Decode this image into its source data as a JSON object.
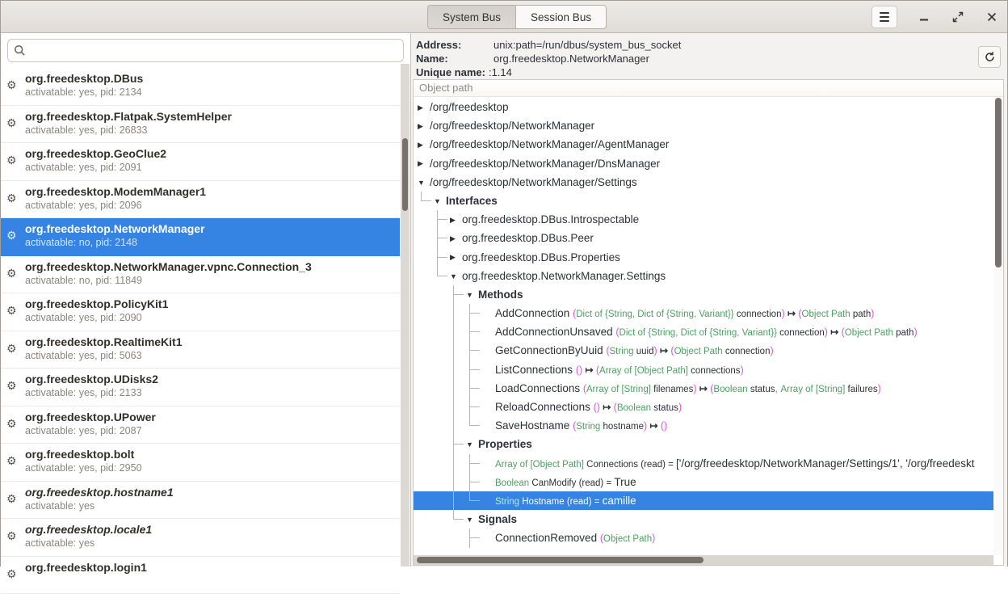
{
  "colors": {
    "selection_blue": "#3584e4",
    "type_green": "#4e9f63",
    "paren_magenta": "#e750e0",
    "titlebar_bg": "#e6e3df",
    "text_dark": "#2d3036"
  },
  "titlebar": {
    "tabs": [
      {
        "label": "System Bus",
        "active": true
      },
      {
        "label": "Session Bus",
        "active": false
      }
    ],
    "controls": {
      "menu": "menu",
      "minimize": "minimize",
      "maximize": "maximize",
      "close": "close"
    }
  },
  "sidebar": {
    "search_placeholder": "",
    "items": [
      {
        "name": "org.freedesktop.DBus",
        "detail": "activatable: yes, pid: 2134"
      },
      {
        "name": "org.freedesktop.Flatpak.SystemHelper",
        "detail": "activatable: yes, pid: 26833"
      },
      {
        "name": "org.freedesktop.GeoClue2",
        "detail": "activatable: yes, pid: 2091"
      },
      {
        "name": "org.freedesktop.ModemManager1",
        "detail": "activatable: yes, pid: 2096"
      },
      {
        "name": "org.freedesktop.NetworkManager",
        "detail": "activatable: no, pid: 2148",
        "selected": true
      },
      {
        "name": "org.freedesktop.NetworkManager.vpnc.Connection_3",
        "detail": "activatable: no, pid: 11849"
      },
      {
        "name": "org.freedesktop.PolicyKit1",
        "detail": "activatable: yes, pid: 2090"
      },
      {
        "name": "org.freedesktop.RealtimeKit1",
        "detail": "activatable: yes, pid: 5063"
      },
      {
        "name": "org.freedesktop.UDisks2",
        "detail": "activatable: yes, pid: 2133"
      },
      {
        "name": "org.freedesktop.UPower",
        "detail": "activatable: yes, pid: 2087"
      },
      {
        "name": "org.freedesktop.bolt",
        "detail": "activatable: yes, pid: 2950"
      },
      {
        "name": "org.freedesktop.hostname1",
        "detail": "activatable: yes",
        "italic": true
      },
      {
        "name": "org.freedesktop.locale1",
        "detail": "activatable: yes",
        "italic": true
      },
      {
        "name": "org.freedesktop.login1",
        "detail": ""
      }
    ]
  },
  "detail": {
    "address_label": "Address:",
    "address_value": "unix:path=/run/dbus/system_bus_socket",
    "name_label": "Name:",
    "name_value": "org.freedesktop.NetworkManager",
    "unique_label": "Unique name:",
    "unique_value": ":1.14",
    "column_header": "Object path"
  },
  "tree": {
    "rows": [
      {
        "d": 0,
        "exp": "right",
        "seg": [
          [
            "nm",
            "/org/freedesktop"
          ]
        ]
      },
      {
        "d": 0,
        "exp": "right",
        "seg": [
          [
            "nm",
            "/org/freedesktop/NetworkManager"
          ]
        ]
      },
      {
        "d": 0,
        "exp": "right",
        "seg": [
          [
            "nm",
            "/org/freedesktop/NetworkManager/AgentManager"
          ]
        ]
      },
      {
        "d": 0,
        "exp": "right",
        "seg": [
          [
            "nm",
            "/org/freedesktop/NetworkManager/DnsManager"
          ]
        ]
      },
      {
        "d": 0,
        "exp": "down",
        "seg": [
          [
            "nm",
            "/org/freedesktop/NetworkManager/Settings"
          ]
        ]
      },
      {
        "d": 1,
        "conn": "elbow",
        "exp": "down",
        "seg": [
          [
            "bd",
            "Interfaces"
          ]
        ]
      },
      {
        "d": 2,
        "conn": "tee",
        "exp": "right",
        "seg": [
          [
            "nm",
            "org.freedesktop.DBus.Introspectable"
          ]
        ]
      },
      {
        "d": 2,
        "conn": "tee",
        "exp": "right",
        "seg": [
          [
            "nm",
            "org.freedesktop.DBus.Peer"
          ]
        ]
      },
      {
        "d": 2,
        "conn": "tee",
        "exp": "right",
        "seg": [
          [
            "nm",
            "org.freedesktop.DBus.Properties"
          ]
        ]
      },
      {
        "d": 2,
        "conn": "elbow",
        "exp": "down",
        "seg": [
          [
            "nm",
            "org.freedesktop.NetworkManager.Settings"
          ]
        ]
      },
      {
        "d": 3,
        "conn": "tee",
        "exp": "down",
        "seg": [
          [
            "bd",
            "Methods"
          ]
        ]
      },
      {
        "d": 4,
        "conn": "tee",
        "g": [
          2
        ],
        "seg": [
          [
            "nm",
            "AddConnection "
          ],
          [
            "pr",
            "("
          ],
          [
            "ty",
            "Dict of {String, Dict of {String, Variant}}"
          ],
          [
            "sm",
            " connection"
          ],
          [
            "pr",
            ")"
          ],
          [
            "ar",
            " ↦ "
          ],
          [
            "pr",
            "("
          ],
          [
            "ty",
            "Object Path"
          ],
          [
            "sm",
            " path"
          ],
          [
            "pr",
            ")"
          ]
        ]
      },
      {
        "d": 4,
        "conn": "tee",
        "g": [
          2
        ],
        "seg": [
          [
            "nm",
            "AddConnectionUnsaved "
          ],
          [
            "pr",
            "("
          ],
          [
            "ty",
            "Dict of {String, Dict of {String, Variant}}"
          ],
          [
            "sm",
            " connection"
          ],
          [
            "pr",
            ")"
          ],
          [
            "ar",
            " ↦ "
          ],
          [
            "pr",
            "("
          ],
          [
            "ty",
            "Object Path"
          ],
          [
            "sm",
            " path"
          ],
          [
            "pr",
            ")"
          ]
        ]
      },
      {
        "d": 4,
        "conn": "tee",
        "g": [
          2
        ],
        "seg": [
          [
            "nm",
            "GetConnectionByUuid "
          ],
          [
            "pr",
            "("
          ],
          [
            "ty",
            "String"
          ],
          [
            "sm",
            " uuid"
          ],
          [
            "pr",
            ")"
          ],
          [
            "ar",
            " ↦ "
          ],
          [
            "pr",
            "("
          ],
          [
            "ty",
            "Object Path"
          ],
          [
            "sm",
            " connection"
          ],
          [
            "pr",
            ")"
          ]
        ]
      },
      {
        "d": 4,
        "conn": "tee",
        "g": [
          2
        ],
        "seg": [
          [
            "nm",
            "ListConnections "
          ],
          [
            "pr",
            "()"
          ],
          [
            "ar",
            " ↦ "
          ],
          [
            "pr",
            "("
          ],
          [
            "ty",
            "Array of [Object Path]"
          ],
          [
            "sm",
            " connections"
          ],
          [
            "pr",
            ")"
          ]
        ]
      },
      {
        "d": 4,
        "conn": "tee",
        "g": [
          2
        ],
        "seg": [
          [
            "nm",
            "LoadConnections "
          ],
          [
            "pr",
            "("
          ],
          [
            "ty",
            "Array of [String]"
          ],
          [
            "sm",
            " filenames"
          ],
          [
            "pr",
            ")"
          ],
          [
            "ar",
            " ↦ "
          ],
          [
            "pr",
            "("
          ],
          [
            "ty",
            "Boolean"
          ],
          [
            "sm",
            " status"
          ],
          [
            "pr",
            ", "
          ],
          [
            "ty",
            "Array of [String]"
          ],
          [
            "sm",
            " failures"
          ],
          [
            "pr",
            ")"
          ]
        ]
      },
      {
        "d": 4,
        "conn": "tee",
        "g": [
          2
        ],
        "seg": [
          [
            "nm",
            "ReloadConnections "
          ],
          [
            "pr",
            "()"
          ],
          [
            "ar",
            " ↦ "
          ],
          [
            "pr",
            "("
          ],
          [
            "ty",
            "Boolean"
          ],
          [
            "sm",
            " status"
          ],
          [
            "pr",
            ")"
          ]
        ]
      },
      {
        "d": 4,
        "conn": "elbow",
        "g": [
          2
        ],
        "seg": [
          [
            "nm",
            "SaveHostname "
          ],
          [
            "pr",
            "("
          ],
          [
            "ty",
            "String"
          ],
          [
            "sm",
            " hostname"
          ],
          [
            "pr",
            ")"
          ],
          [
            "ar",
            " ↦ "
          ],
          [
            "pr",
            "()"
          ]
        ]
      },
      {
        "d": 3,
        "conn": "tee",
        "exp": "down",
        "seg": [
          [
            "bd",
            "Properties"
          ]
        ]
      },
      {
        "d": 4,
        "conn": "tee",
        "g": [
          2
        ],
        "seg": [
          [
            "ty",
            "Array of [Object Path]"
          ],
          [
            "sm",
            " Connections (read) = "
          ],
          [
            "vl",
            "['/org/freedesktop/NetworkManager/Settings/1', '/org/freedeskt"
          ]
        ]
      },
      {
        "d": 4,
        "conn": "tee",
        "g": [
          2
        ],
        "seg": [
          [
            "ty",
            "Boolean"
          ],
          [
            "sm",
            " CanModify (read) = "
          ],
          [
            "vl",
            "True"
          ]
        ]
      },
      {
        "d": 4,
        "conn": "elbow",
        "g": [
          2
        ],
        "selected": true,
        "seg": [
          [
            "ty",
            "String"
          ],
          [
            "sm",
            " Hostname (read) = "
          ],
          [
            "vl",
            "camille"
          ]
        ]
      },
      {
        "d": 3,
        "conn": "elbow",
        "exp": "down",
        "seg": [
          [
            "bd",
            "Signals"
          ]
        ]
      },
      {
        "d": 4,
        "conn": "tee",
        "seg": [
          [
            "nm",
            "ConnectionRemoved "
          ],
          [
            "pr",
            "("
          ],
          [
            "ty",
            "Object Path"
          ],
          [
            "pr",
            ")"
          ]
        ]
      }
    ]
  }
}
